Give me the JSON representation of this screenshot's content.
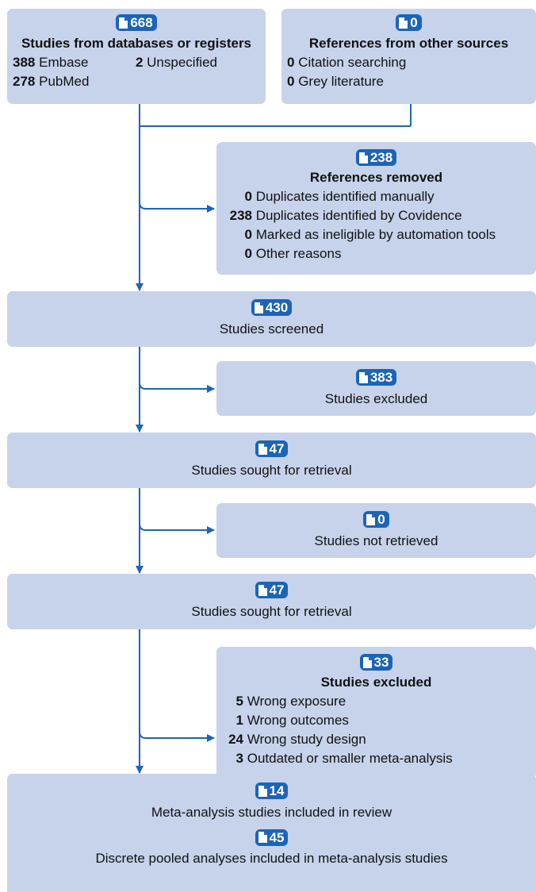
{
  "db_box": {
    "count": "668",
    "title": "Studies from databases or registers",
    "items": [
      {
        "n": "388",
        "label": "Embase"
      },
      {
        "n": "2",
        "label": "Unspecified"
      },
      {
        "n": "278",
        "label": "PubMed"
      }
    ]
  },
  "other_box": {
    "count": "0",
    "title": "References from other sources",
    "items": [
      {
        "n": "0",
        "label": "Citation searching"
      },
      {
        "n": "0",
        "label": "Grey literature"
      }
    ]
  },
  "removed_box": {
    "count": "238",
    "title": "References removed",
    "items": [
      {
        "n": "0",
        "label": "Duplicates identified manually"
      },
      {
        "n": "238",
        "label": "Duplicates identified by Covidence"
      },
      {
        "n": "0",
        "label": "Marked as ineligible by automation tools"
      },
      {
        "n": "0",
        "label": "Other reasons"
      }
    ]
  },
  "screened_box": {
    "count": "430",
    "label": "Studies screened"
  },
  "excluded1_box": {
    "count": "383",
    "label": "Studies excluded"
  },
  "sought1_box": {
    "count": "47",
    "label": "Studies sought for retrieval"
  },
  "notretrieved_box": {
    "count": "0",
    "label": "Studies not retrieved"
  },
  "sought2_box": {
    "count": "47",
    "label": "Studies sought for retrieval"
  },
  "excluded2_box": {
    "count": "33",
    "title": "Studies excluded",
    "items": [
      {
        "n": "5",
        "label": "Wrong exposure"
      },
      {
        "n": "1",
        "label": "Wrong outcomes"
      },
      {
        "n": "24",
        "label": "Wrong study design"
      },
      {
        "n": "3",
        "label": "Outdated or smaller meta-analysis"
      }
    ]
  },
  "included_box": {
    "count_studies": "14",
    "label_studies": "Meta-analysis studies included in review",
    "count_analyses": "45",
    "label_analyses": "Discrete pooled analyses included in meta-analysis studies"
  },
  "colors": {
    "box": "#c6d3ea",
    "badge": "#1c64b5",
    "arrow": "#1c64b5"
  }
}
